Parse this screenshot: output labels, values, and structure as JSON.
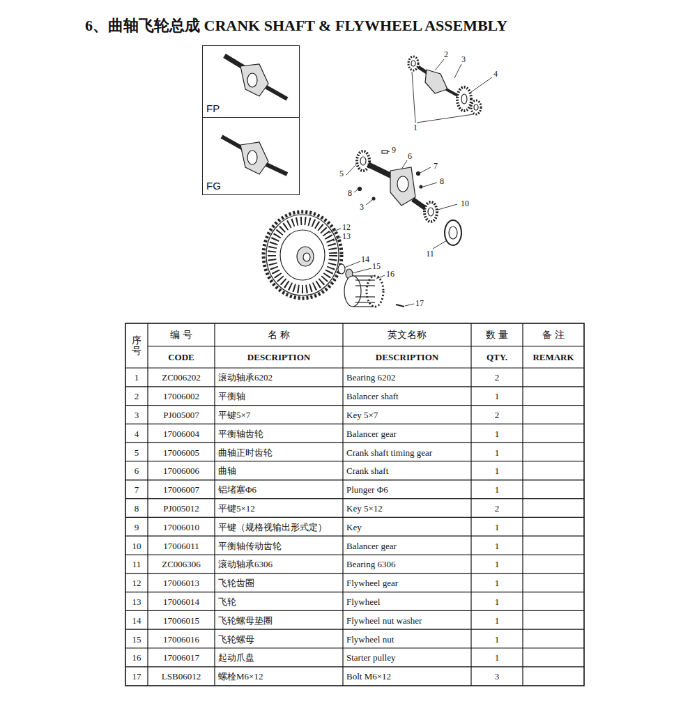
{
  "diagram": {
    "title": "6、曲轴飞轮总成 CRANK SHAFT & FLYWHEEL ASSEMBLY",
    "nodes": [
      {
        "text": [
          "FP"
        ]
      },
      {
        "text": [
          "FG"
        ]
      }
    ],
    "labels": [
      "1",
      "2",
      "3",
      "4",
      "9",
      "6",
      "7",
      "5",
      "8",
      "8",
      "3",
      "10",
      "11",
      "12",
      "13",
      "14",
      "15",
      "16",
      "17",
      "序号",
      "编 号",
      "名 称",
      "英文名称",
      "数 量",
      "备 注",
      "CODE",
      "DESCRIPTION",
      "DESCRIPTION",
      "QTY.",
      "REMARK",
      "1",
      "ZC006202",
      "滚动轴承6202",
      "Bearing 6202",
      "2",
      "2",
      "17006002",
      "平衡轴",
      "Balancer shaft",
      "1",
      "3",
      "PJ005007",
      "平键5×7",
      "Key 5×7",
      "2",
      "4",
      "17006004",
      "平衡轴齿轮",
      "Balancer gear",
      "1",
      "5",
      "17006005",
      "曲轴正时齿轮",
      "Crank shaft timing gear",
      "1",
      "6",
      "17006006",
      "曲轴",
      "Crank shaft",
      "1",
      "7",
      "17006007",
      "铝堵塞Φ6",
      "Plunger Φ6",
      "1",
      "8",
      "PJ005012",
      "平键5×12",
      "Key 5×12",
      "2",
      "9",
      "17006010",
      "平键（规格视输出形式定）",
      "Key",
      "1",
      "10",
      "17006011",
      "平衡轴传动齿轮",
      "Balancer gear",
      "1",
      "11",
      "ZC006306",
      "滚动轴承6306",
      "Bearing 6306",
      "1",
      "12",
      "17006013",
      "飞轮齿圈",
      "Flywheel gear",
      "1",
      "13",
      "17006014",
      "飞轮",
      "Flywheel",
      "1",
      "14",
      "17006015",
      "飞轮螺母垫圈",
      "Flywheel nut washer",
      "1",
      "15",
      "17006016",
      "飞轮螺母",
      "Flywheel nut",
      "1",
      "16",
      "17006017",
      "起动爪盘",
      "Starter pulley",
      "1",
      "17",
      "LSB06012",
      "螺栓M6×12",
      "Bolt M6×12",
      "3"
    ]
  }
}
